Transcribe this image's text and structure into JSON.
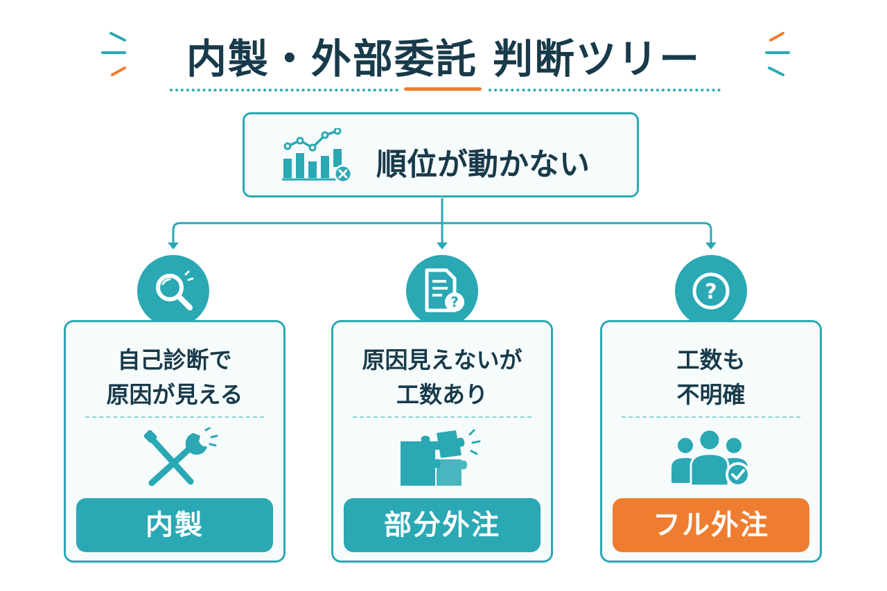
{
  "title": "内製・外部委託 判断ツリー",
  "colors": {
    "teal": "#2aa8b4",
    "orange": "#ef7d2f",
    "navy": "#183a4a",
    "card_bg": "#f6fbfc"
  },
  "root": {
    "label": "順位が動かない",
    "icon": "ranking-chart-x-icon"
  },
  "branches": [
    {
      "condition_line1": "自己診断で",
      "condition_line2": "原因が見える",
      "top_icon": "magnifier-icon",
      "illustration": "tools-icon",
      "result": "内製",
      "result_color": "teal"
    },
    {
      "condition_line1": "原因見えないが",
      "condition_line2": "工数あり",
      "top_icon": "document-question-icon",
      "illustration": "puzzle-icon",
      "result": "部分外注",
      "result_color": "teal"
    },
    {
      "condition_line1": "工数も",
      "condition_line2": "不明確",
      "top_icon": "question-icon",
      "illustration": "team-check-icon",
      "result": "フル外注",
      "result_color": "orange"
    }
  ]
}
